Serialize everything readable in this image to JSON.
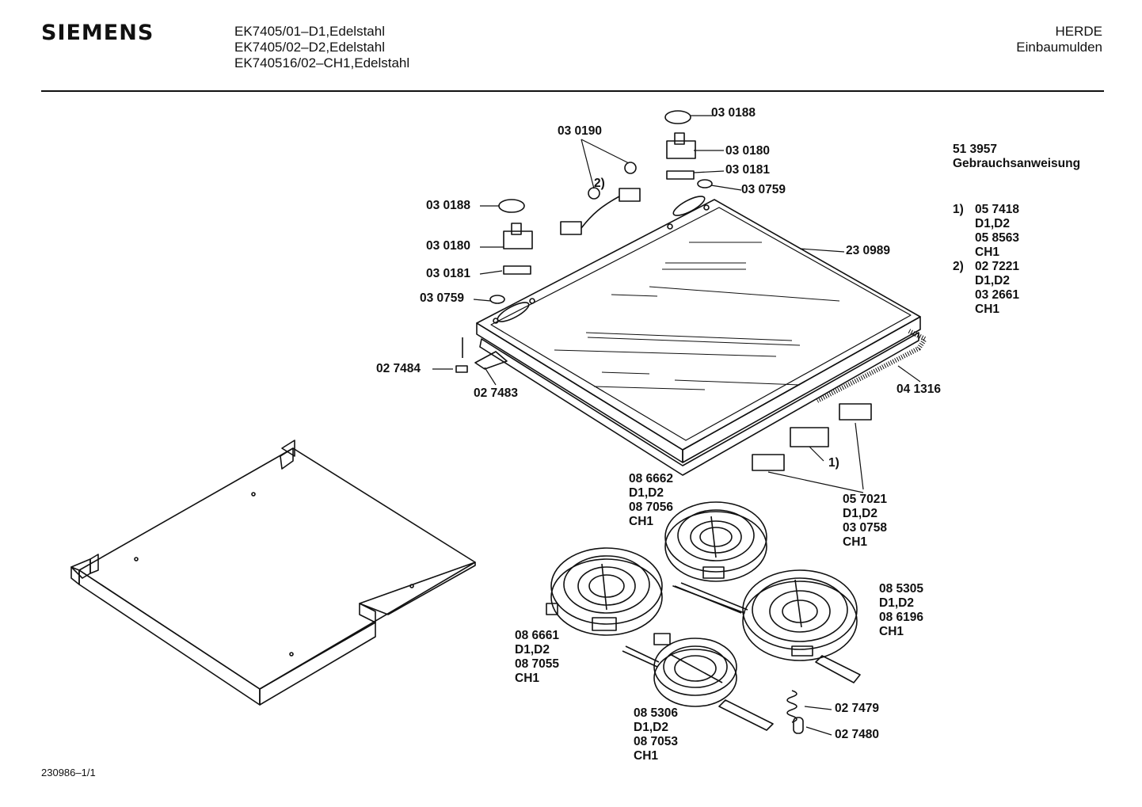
{
  "header": {
    "brand": "SIEMENS",
    "models": [
      "EK7405/01–D1,Edelstahl",
      "EK7405/02–D2,Edelstahl",
      "EK740516/02–CH1,Edelstahl"
    ],
    "category": "HERDE",
    "subcategory": "Einbaumulden"
  },
  "manual": {
    "number": "51 3957",
    "label": "Gebrauchsanweisung"
  },
  "notes": [
    {
      "num": "1)",
      "lines": [
        "05 7418",
        "D1,D2",
        "05 8563",
        "CH1"
      ]
    },
    {
      "num": "2)",
      "lines": [
        "02 7221",
        "D1,D2",
        "03 2661",
        "CH1"
      ]
    }
  ],
  "labels": {
    "p030188_top": "03 0188",
    "p030190": "03 0190",
    "p030180_top": "03 0180",
    "p030181_top": "03 0181",
    "p030759_top": "03 0759",
    "p030188_left": "03 0188",
    "p030180_left": "03 0180",
    "p030181_left": "03 0181",
    "p030759_left": "03 0759",
    "p230989": "23 0989",
    "p027484": "02 7484",
    "p027483": "02 7483",
    "p041316": "04 1316",
    "note1": "1)",
    "note2": "2)",
    "p027479": "02 7479",
    "p027480": "02 7480"
  },
  "blocks": {
    "b086662": [
      "08 6662",
      "D1,D2",
      "08 7056",
      "CH1"
    ],
    "b057021": [
      "05 7021",
      "D1,D2",
      "03 0758",
      "CH1"
    ],
    "b085305": [
      "08 5305",
      "D1,D2",
      "08 6196",
      "CH1"
    ],
    "b086661": [
      "08 6661",
      "D1,D2",
      "08 7055",
      "CH1"
    ],
    "b085306": [
      "08 5306",
      "D1,D2",
      "08 7053",
      "CH1"
    ]
  },
  "footer": {
    "code": "230986–1/1"
  }
}
